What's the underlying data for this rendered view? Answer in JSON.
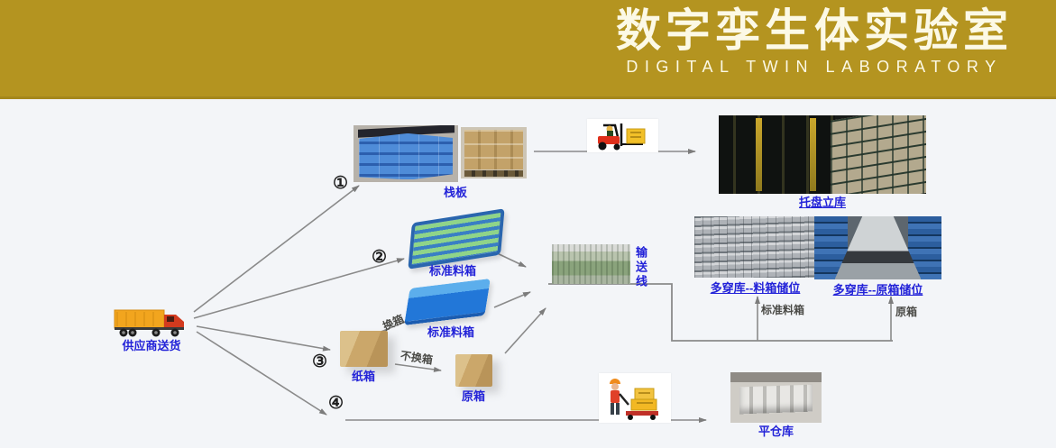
{
  "header": {
    "title_cn": "数字孪生体实验室",
    "title_en": "DIGITAL TWIN LABORATORY"
  },
  "colors": {
    "gold": "#b49420",
    "cream": "#fcf9e6",
    "bg": "#f3f5f8",
    "label_blue": "#2323d8",
    "edge_text": "#4a4a46",
    "arrow": "#858585"
  },
  "nodes": {
    "supplier": {
      "label": "供应商送货",
      "icon": "delivery-truck"
    },
    "pallet": {
      "step": "①",
      "label": "栈板"
    },
    "standard_tote_new": {
      "step": "②",
      "label": "标准料箱"
    },
    "standard_tote_repacked": {
      "label": "标准料箱"
    },
    "carton": {
      "step": "③",
      "label": "纸箱"
    },
    "original_box": {
      "label": "原箱"
    },
    "flat_step": {
      "step": "④"
    },
    "forklift": {
      "icon": "forklift"
    },
    "pallet_asrs": {
      "label": "托盘立库"
    },
    "conveyor": {
      "label": "输送线"
    },
    "shuttle_tote_storage": {
      "label": "多穿库--料箱储位"
    },
    "shuttle_origin_storage": {
      "label": "多穿库--原箱储位"
    },
    "porter": {
      "icon": "worker-pallet-jack"
    },
    "flat_warehouse": {
      "label": "平仓库"
    }
  },
  "edges": {
    "repack": "换箱",
    "no_repack": "不换箱",
    "tote_branch": "标准料箱",
    "origin_branch": "原箱"
  }
}
